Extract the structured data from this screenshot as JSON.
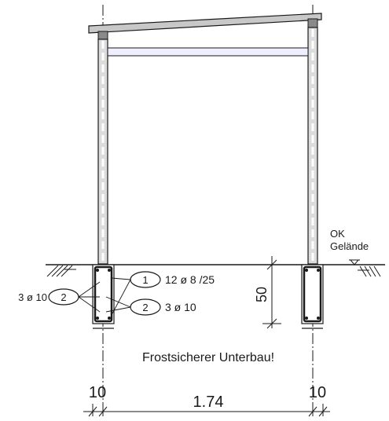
{
  "labels": {
    "terrain": [
      "OK",
      "Gelände"
    ],
    "note": "Frostsicherer Unterbau!",
    "depth": "50",
    "dim_left": "10",
    "dim_span": "1.74",
    "dim_right": "10"
  },
  "callouts": {
    "c1": {
      "number": "1",
      "text": "12 ø 8 /25"
    },
    "c2_right": {
      "number": "2",
      "text": "3 ø 10"
    },
    "c2_left": {
      "number": "2",
      "text": "3 ø 10"
    }
  }
}
